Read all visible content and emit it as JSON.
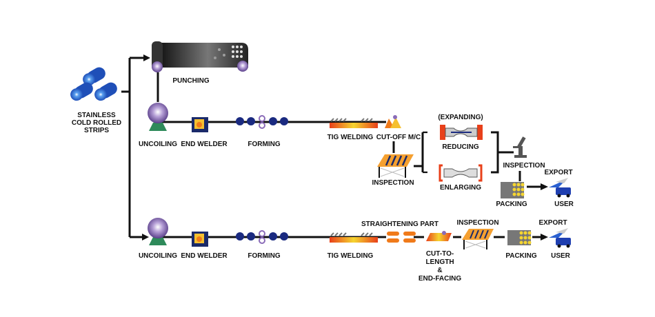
{
  "source": {
    "label_lines": [
      "STAINLESS",
      "COLD ROLLED",
      "STRIPS"
    ]
  },
  "top_line": {
    "punching": "PUNCHING",
    "uncoiling": "UNCOILING",
    "end_welder": "END WELDER",
    "forming": "FORMING",
    "tig_welding": "TIG WELDING",
    "cut_off": "CUT-OFF M/C",
    "inspection_1": "INSPECTION",
    "expanding": "(EXPANDING)",
    "reducing": "REDUCING",
    "enlarging": "ENLARGING",
    "inspection_2": "INSPECTION",
    "packing": "PACKING",
    "export": "EXPORT",
    "user": "USER"
  },
  "bottom_line": {
    "uncoiling": "UNCOILING",
    "end_welder": "END WELDER",
    "forming": "FORMING",
    "tig_welding": "TIG WELDING",
    "straightening": "STRAIGHTENING PART",
    "cut_lines": [
      "CUT-TO-",
      "LENGTH",
      "&",
      "END-FACING"
    ],
    "inspection": "INSPECTION",
    "packing": "PACKING",
    "export": "EXPORT",
    "user": "USER"
  },
  "colors": {
    "coil_blue": "#1f4fb8",
    "roller_purple": "#8a6bb8",
    "weld_orange": "#f07a1a",
    "weld_yellow": "#f5d530",
    "line": "#111111"
  }
}
